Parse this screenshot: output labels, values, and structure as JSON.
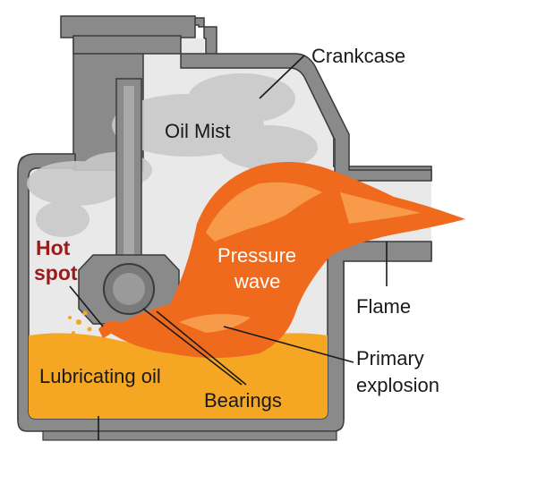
{
  "diagram": {
    "labels": {
      "crankcase": "Crankcase",
      "oil_mist": "Oil Mist",
      "hot_spot_line1": "Hot",
      "hot_spot_line2": "spot",
      "pressure_wave_line1": "Pressure",
      "pressure_wave_line2": "wave",
      "flame": "Flame",
      "primary_explosion_line1": "Primary",
      "primary_explosion_line2": "explosion",
      "lubricating_oil": "Lubricating oil",
      "bearings": "Bearings"
    },
    "colors": {
      "casing_fill": "#8a8a8a",
      "casing_stroke": "#3a3a3a",
      "interior": "#e9e9e9",
      "oil": "#f5a623",
      "flame_main": "#ef6a1c",
      "flame_light": "#f79a4a",
      "mist": "#c9c9c9",
      "hot_spot_text": "#9b1a1a"
    }
  }
}
